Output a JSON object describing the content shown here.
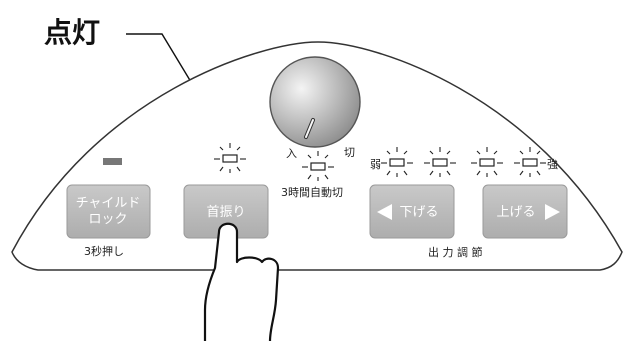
{
  "callout": {
    "text": "点灯"
  },
  "panel": {
    "child_lock": {
      "label_line1": "チャイルド",
      "label_line2": "ロック",
      "sub_label": "3秒押し"
    },
    "swing": {
      "label": "首振り"
    },
    "dial": {
      "label_on": "入",
      "label_off": "切",
      "caption": "3時間自動切"
    },
    "output": {
      "level_weak": "弱",
      "level_strong": "強",
      "down_label": "下げる",
      "up_label": "上げる",
      "section_label": "出 力 調 節"
    }
  },
  "icons": [
    "lamp-lit-icon",
    "triangle-left-icon",
    "triangle-right-icon",
    "finger-pointer-icon"
  ]
}
